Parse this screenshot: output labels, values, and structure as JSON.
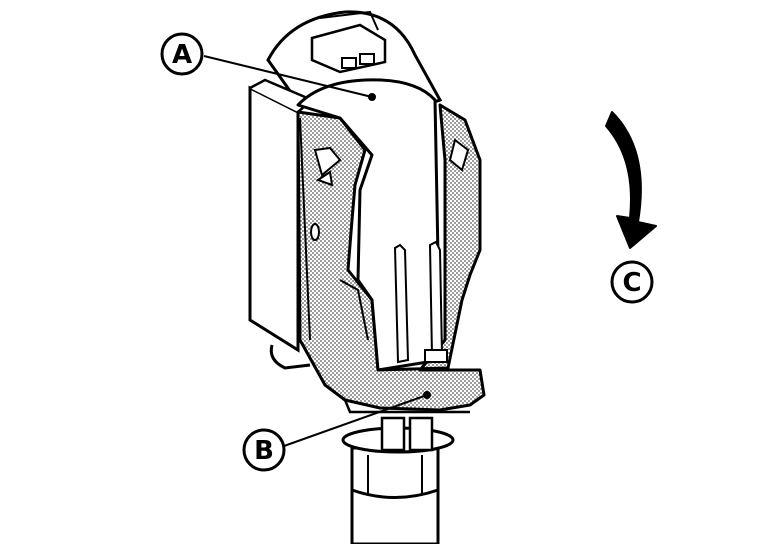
{
  "callouts": {
    "a": "A",
    "b": "B",
    "c": "C"
  },
  "colors": {
    "line": "#000000",
    "background": "#ffffff",
    "stipple": "#555555"
  }
}
